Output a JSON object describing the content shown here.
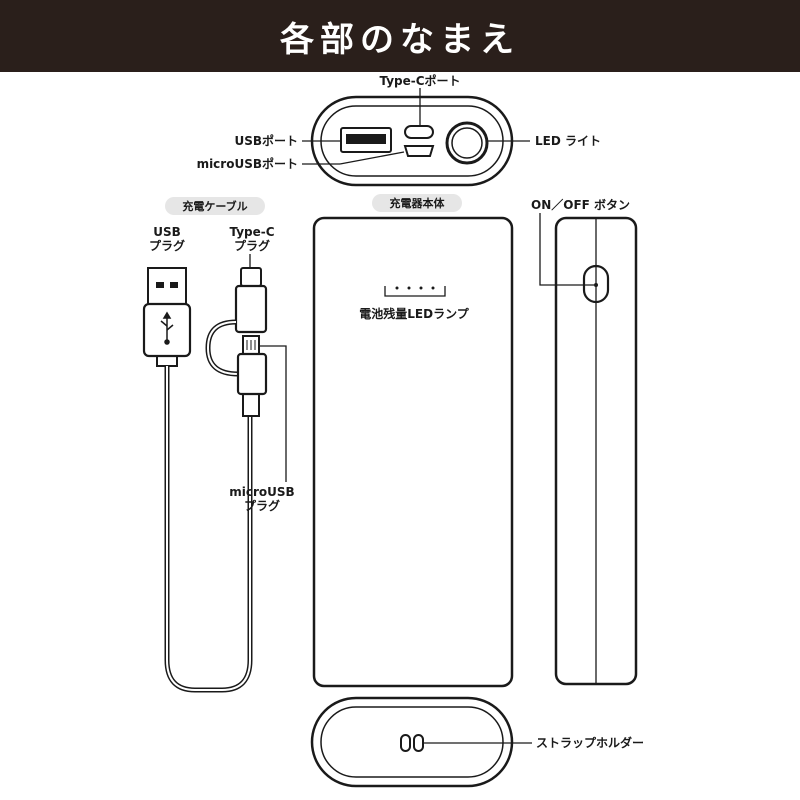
{
  "header": {
    "title": "各部のなまえ",
    "background": "#2a1f1b",
    "color": "#ffffff"
  },
  "top_view": {
    "type_c_port": "Type-Cポート",
    "usb_port": "USBポート",
    "micro_usb_port": "microUSBポート",
    "led_light": "LED ライト"
  },
  "cable": {
    "title": "充電ケーブル",
    "usb_plug_line1": "USB",
    "usb_plug_line2": "プラグ",
    "type_c_plug_line1": "Type-C",
    "type_c_plug_line2": "プラグ",
    "micro_usb_plug_line1": "microUSB",
    "micro_usb_plug_line2": "プラグ"
  },
  "body": {
    "title": "充電器本体",
    "battery_led": "電池残量LEDランプ"
  },
  "side": {
    "power_button": "ON／OFF ボタン"
  },
  "bottom": {
    "strap_holder": "ストラップホルダー"
  },
  "colors": {
    "line": "#1a1a1a",
    "pill_bg": "#e6e6e6"
  },
  "icons": [
    "usb-symbol-icon"
  ]
}
